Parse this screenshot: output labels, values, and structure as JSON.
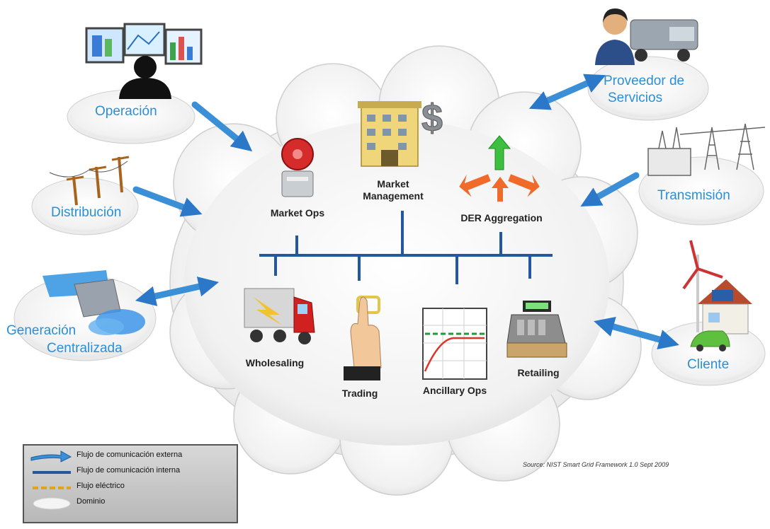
{
  "domains": {
    "operacion": "Operación",
    "distribucion": "Distribución",
    "generacion_line1": "Generación",
    "generacion_line2": "Centralizada",
    "proveedor_line1": "Proveedor de",
    "proveedor_line2": "Servicios",
    "transmision": "Transmisión",
    "cliente": "Cliente"
  },
  "nodes": {
    "market_ops": "Market Ops",
    "market_management_line1": "Market",
    "market_management_line2": "Management",
    "der_aggregation": "DER Aggregation",
    "wholesaling": "Wholesaling",
    "trading": "Trading",
    "ancillary_ops": "Ancillary Ops",
    "retailing": "Retailing"
  },
  "legend": {
    "external": "Flujo de comunicación externa",
    "internal": "Flujo de comunicación interna",
    "electric": "Flujo eléctrico",
    "domain": "Dominio"
  },
  "source": "Source: NIST Smart Grid Framework 1.0 Sept 2009",
  "colors": {
    "domain_label": "#2a8fd8",
    "arrow": "#3a8fd6",
    "internal_line": "#24579e",
    "cloud": "#f2f2f2"
  }
}
